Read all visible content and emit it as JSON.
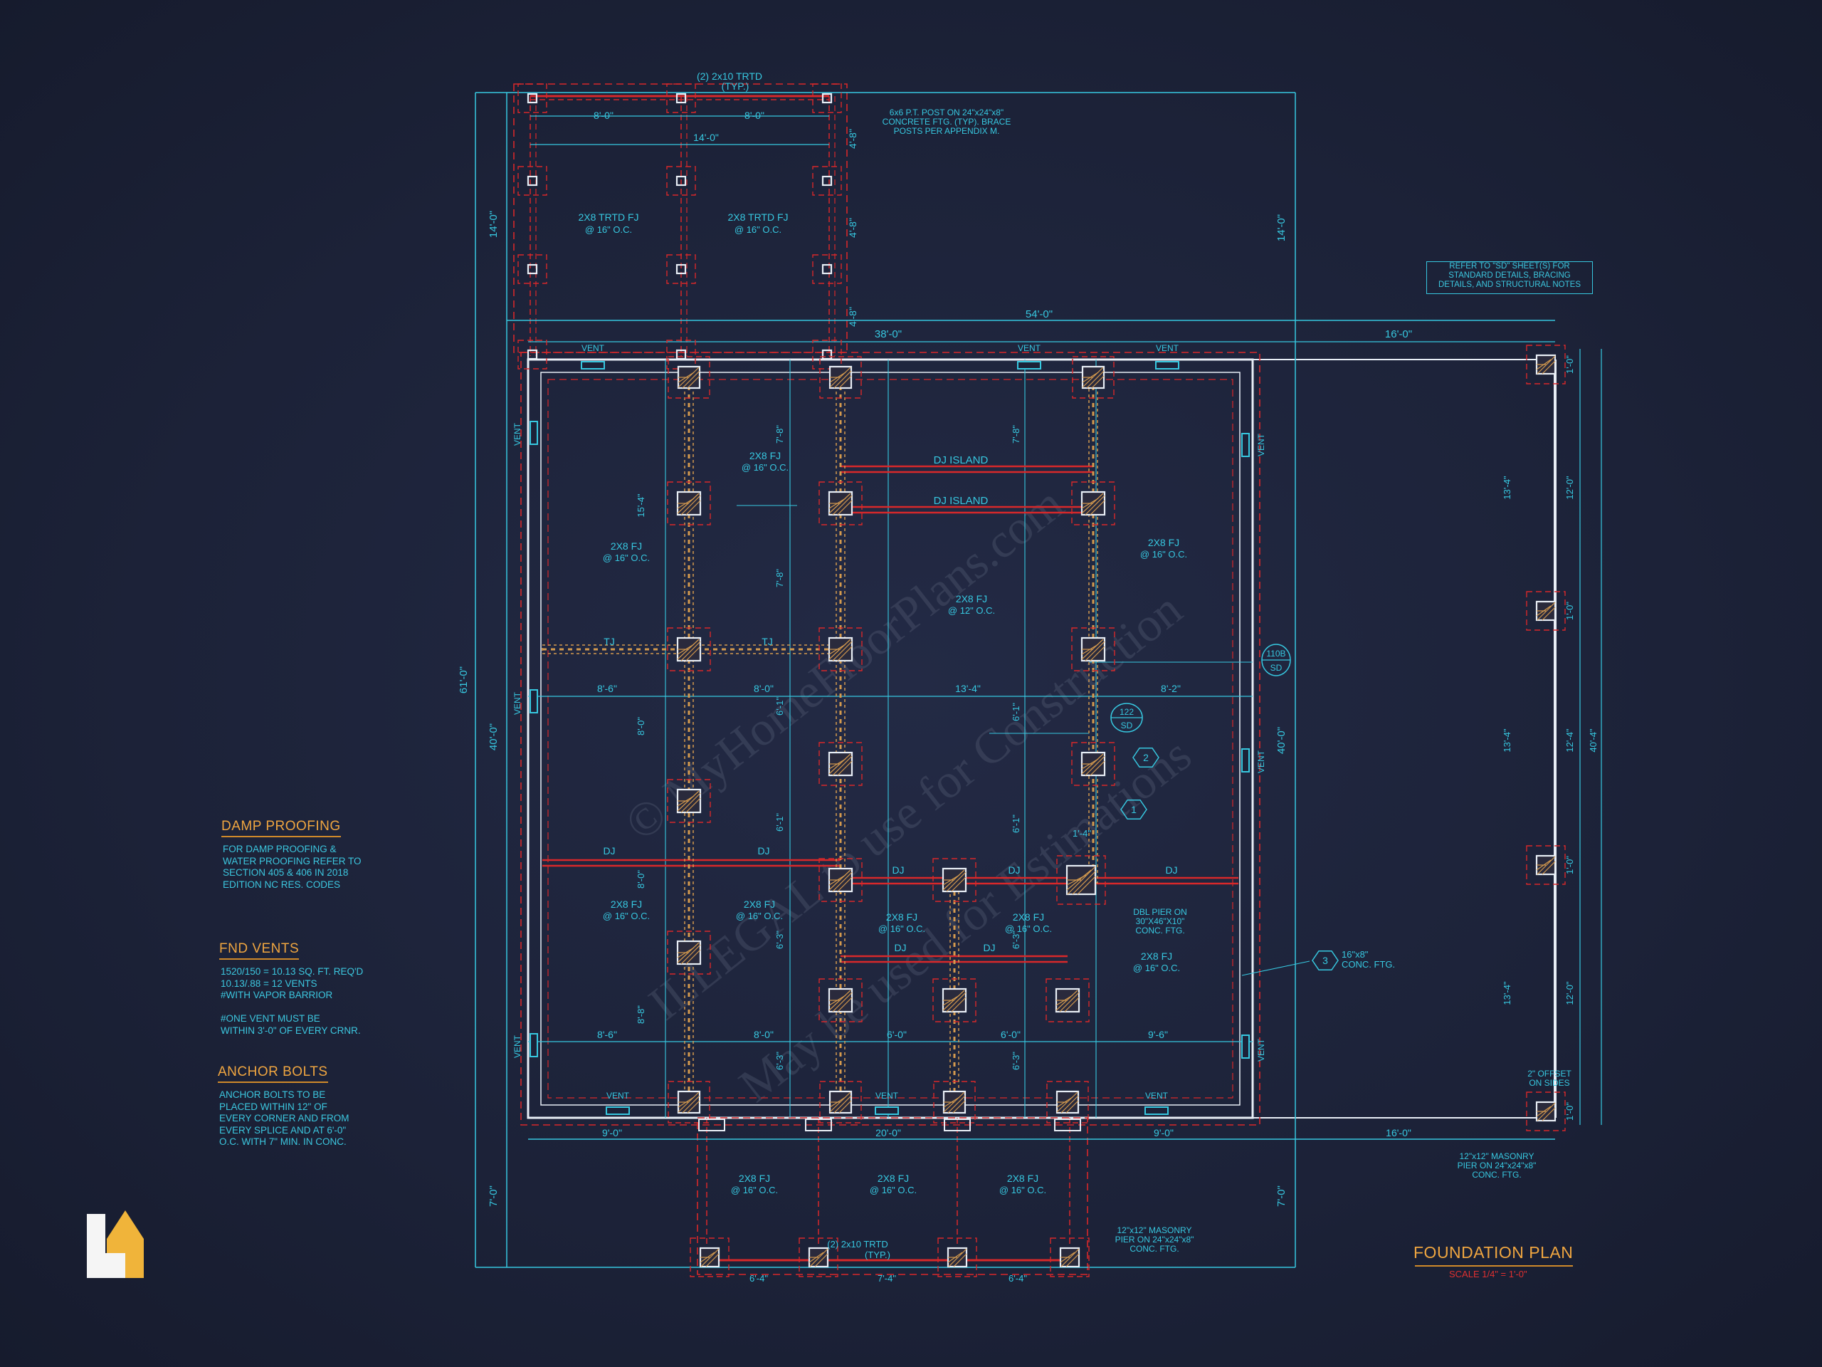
{
  "title_block": {
    "title": "FOUNDATION PLAN",
    "scale": "SCALE 1/4\" = 1'-0\""
  },
  "notes": {
    "damp_proofing": {
      "title": "DAMP PROOFING",
      "body": "FOR DAMP PROOFING &\nWATER PROOFING REFER TO\nSECTION 405 & 406 IN 2018\nEDITION NC RES. CODES"
    },
    "fnd_vents": {
      "title": "FND VENTS",
      "body": "1520/150 = 10.13 SQ. FT. REQ'D\n10.13/.88 = 12 VENTS\n#WITH VAPOR BARRIOR\n\n#ONE VENT MUST BE\nWITHIN 3'-0\" OF EVERY CRNR."
    },
    "anchor_bolts": {
      "title": "ANCHOR BOLTS",
      "body": "ANCHOR BOLTS TO BE\nPLACED WITHIN 12\" OF\nEVERY CORNER AND FROM\nEVERY SPLICE AND AT 6'-0\"\nO.C. WITH 7\" MIN. IN CONC."
    },
    "refer_sd": "REFER TO \"SD\" SHEET(S) FOR\nSTANDARD DETAILS, BRACING\nDETAILS, AND STRUCTURAL NOTES"
  },
  "watermark_lines": [
    "© MyHomeFloorPlans.com",
    "ILLEGAL to use for Construction",
    "May be used for Estimations"
  ],
  "callouts": {
    "typ_2x10_top": "(2) 2x10 TRTD",
    "typ_label": "(TYP.)",
    "post_note": [
      "6x6 P.T. POST ON 24\"x24\"x8\"",
      "CONCRETE FTG. (TYP). BRACE",
      "POSTS PER APPENDIX M."
    ],
    "dbl_pier": [
      "DBL PIER ON",
      "30\"X46\"X10\"",
      "CONC. FTG."
    ],
    "conc_ftg_16x8": [
      "16\"x8\"",
      "CONC. FTG."
    ],
    "masonry_pier_right": [
      "12\"x12\" MASONRY",
      "PIER ON 24\"x24\"x8\"",
      "CONC. FTG."
    ],
    "masonry_pier_bottom": [
      "12\"x12\" MASONRY",
      "PIER ON 24\"x24\"x8\"",
      "CONC. FTG."
    ],
    "offset": [
      "2\" OFFSET",
      "ON SIDES"
    ],
    "typ_2x10_bottom": "(2) 2x10 TRTD",
    "detail_110b": [
      "110B",
      "SD"
    ],
    "detail_122": [
      "122",
      "SD"
    ],
    "tags": [
      "1",
      "2",
      "3"
    ]
  },
  "joist_labels": {
    "trtd_fj": "2X8 TRTD FJ",
    "fj": "2X8 FJ",
    "oc16": "@ 16\" O.C.",
    "oc12": "@ 12\" O.C.",
    "dj_island": "DJ ISLAND",
    "dj": "DJ",
    "tj": "TJ",
    "vent": "VENT"
  },
  "dimensions": {
    "top_deck": [
      "8'-0\"",
      "8'-0\"",
      "14'-0\""
    ],
    "deck_vertical": [
      "4'-8\"",
      "4'-8\"",
      "4'-8\""
    ],
    "overall_left": [
      "14'-0\"",
      "61'-0\"",
      "40'-0\"",
      "7'-0\""
    ],
    "overall_right_mid": [
      "14'-0\"",
      "40'-0\"",
      "7'-0\""
    ],
    "overall_top": [
      "54'-0\"",
      "38'-0\"",
      "16'-0\""
    ],
    "row_a": [
      "8'-6\"",
      "8'-0\"",
      "13'-4\"",
      "8'-2\""
    ],
    "row_b": [
      "8'-6\"",
      "8'-0\"",
      "6'-0\"",
      "6'-0\"",
      "9'-6\""
    ],
    "bottom": [
      "9'-0\"",
      "20'-0\"",
      "9'-0\"",
      "16'-0\""
    ],
    "bottom_porch": [
      "6'-4\"",
      "7'-4\"",
      "6'-4\""
    ],
    "interior_v": [
      "7'-8\"",
      "15'-4\"",
      "7'-8\"",
      "7'-8\"",
      "8'-0\"",
      "8'-0\"",
      "8'-8\"",
      "6'-1\"",
      "6'-1\"",
      "6'-1\"",
      "6'-1\"",
      "6'-3\"",
      "6'-3\"",
      "6'-3\"",
      "6'-3\"",
      "1'-4\""
    ],
    "right_side": [
      "13'-4\"",
      "13'-4\"",
      "13'-4\"",
      "12'-0\"",
      "12'-4\"",
      "12'-0\"",
      "1'-0\"",
      "1'-0\"",
      "1'-0\"",
      "1'-0\"",
      "40'-4\""
    ]
  }
}
